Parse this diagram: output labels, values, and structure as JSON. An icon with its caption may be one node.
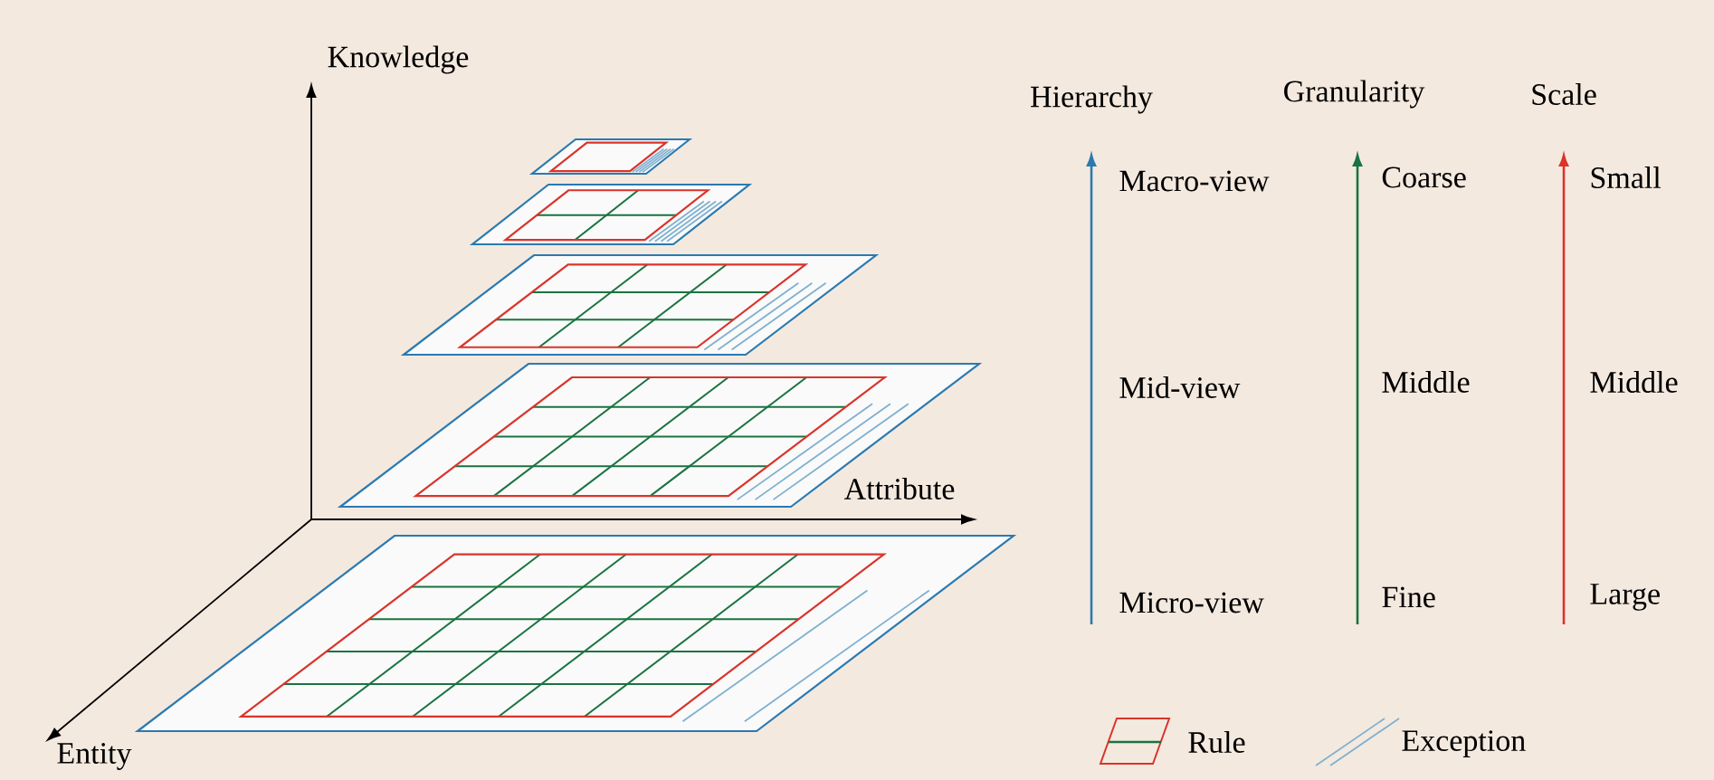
{
  "diagram": {
    "labels": [
      "Knowledge",
      "Hierarchy",
      "Granularity",
      "Scale",
      "Macro-view",
      "Coarse",
      "Small",
      "Mid-view",
      "Middle",
      "Middle",
      "Attribute",
      "Micro-view",
      "Fine",
      "Large",
      "Entity"
    ],
    "legend": [
      {
        "text": "Rule"
      },
      {
        "text": "Exception"
      }
    ]
  }
}
